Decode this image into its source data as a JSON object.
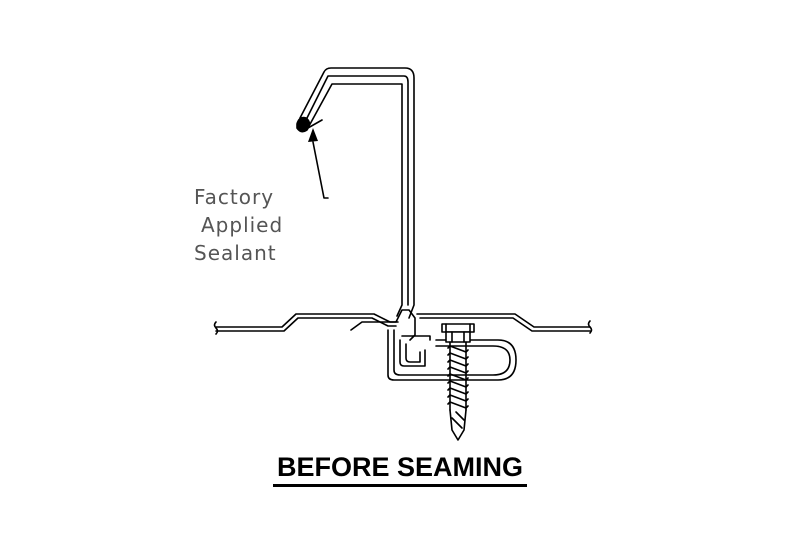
{
  "labels": {
    "line1": "Factory",
    "line2": "Applied",
    "line3": "Sealant"
  },
  "title": "BEFORE SEAMING",
  "colors": {
    "ink": "#000000",
    "label": "#555555",
    "background": "#ffffff"
  }
}
